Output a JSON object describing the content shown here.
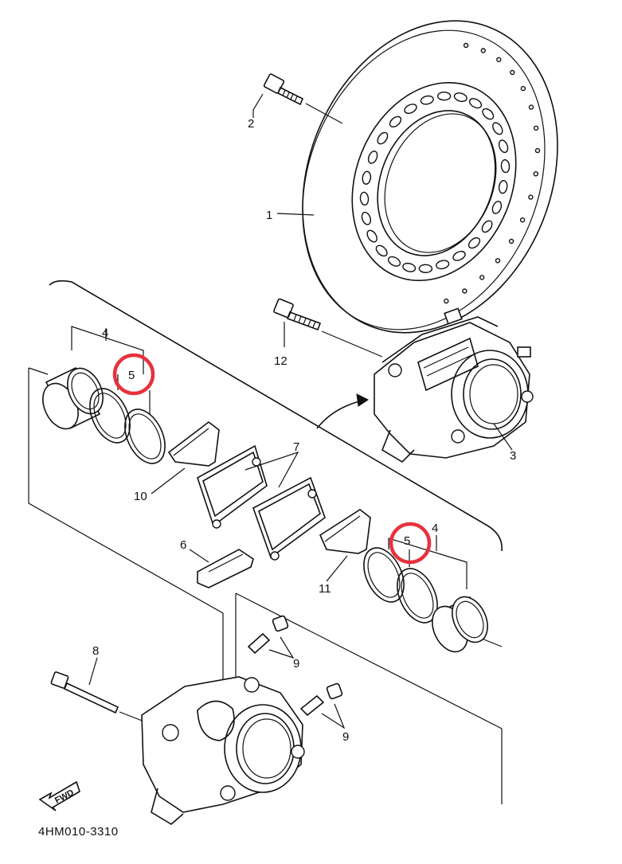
{
  "diagram": {
    "part_code": "4HM010-3310",
    "fwd_label": "FWD",
    "callouts": {
      "c1": "1",
      "c2": "2",
      "c3": "3",
      "c4a": "4",
      "c4b": "4",
      "c5a": "5",
      "c5b": "5",
      "c6": "6",
      "c7": "7",
      "c8": "8",
      "c9a": "9",
      "c9b": "9",
      "c10": "10",
      "c11": "11",
      "c12": "12"
    },
    "highlight_color": "#e8313d"
  }
}
